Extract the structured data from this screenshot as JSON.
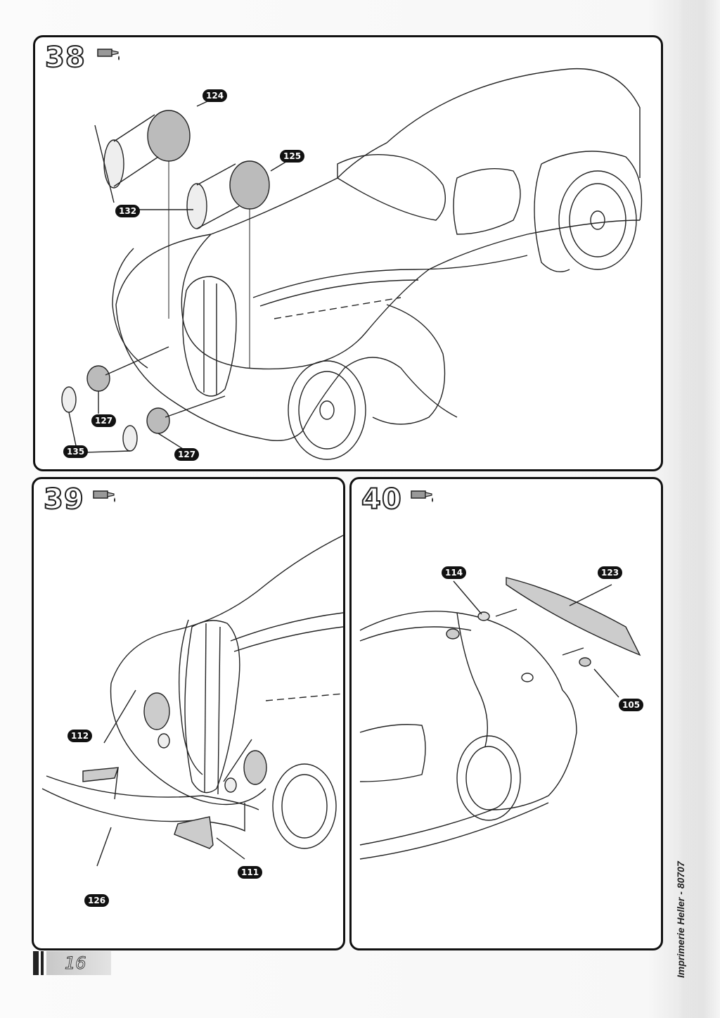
{
  "steps": [
    {
      "number": "38",
      "callouts": [
        "124",
        "125",
        "132",
        "127",
        "135",
        "127"
      ]
    },
    {
      "number": "39",
      "callouts": [
        "112",
        "111",
        "126"
      ]
    },
    {
      "number": "40",
      "callouts": [
        "114",
        "123",
        "105"
      ]
    }
  ],
  "page_number": "16",
  "imprint": "Imprimerie Heller - 80707",
  "icons": [
    "glue-tube-icon"
  ],
  "colors": {
    "callout_bg": "#111111",
    "frame": "#111111"
  }
}
